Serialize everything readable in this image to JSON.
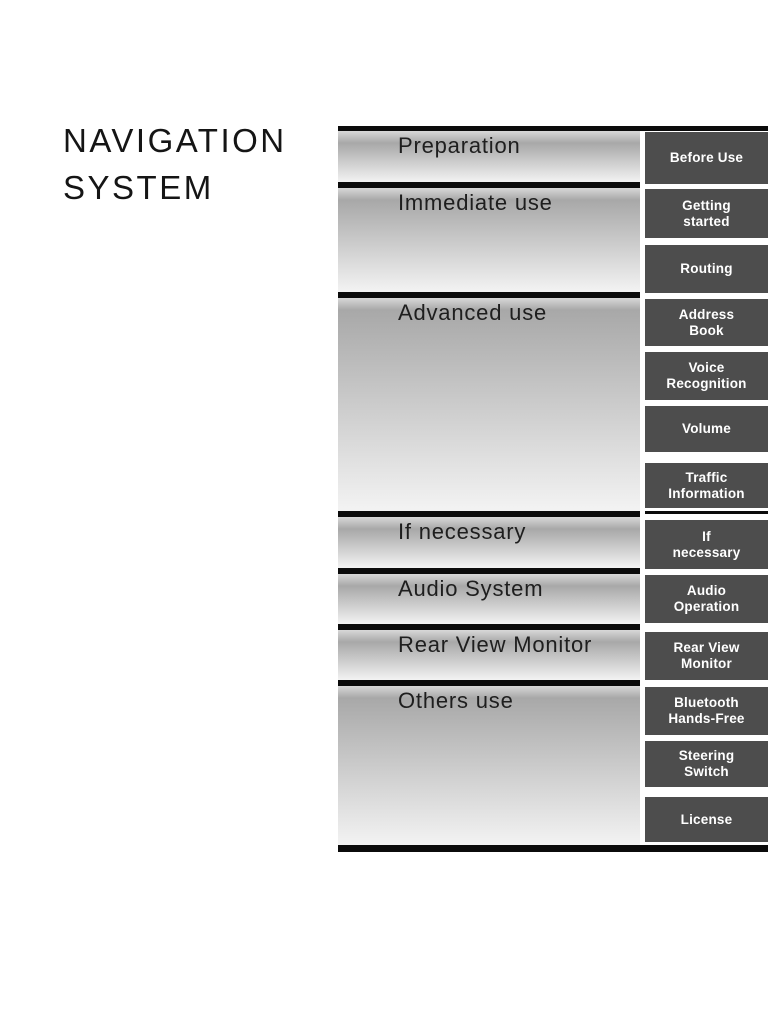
{
  "title": "NAVIGATION SYSTEM",
  "sections": [
    {
      "label": "Preparation"
    },
    {
      "label": "Immediate use"
    },
    {
      "label": "Advanced use"
    },
    {
      "label": "If necessary"
    },
    {
      "label": "Audio System"
    },
    {
      "label": "Rear View Monitor"
    },
    {
      "label": "Others use"
    }
  ],
  "tabs": [
    {
      "label": "Before Use"
    },
    {
      "label": "Getting\nstarted"
    },
    {
      "label": "Routing"
    },
    {
      "label": "Address\nBook"
    },
    {
      "label": "Voice\nRecognition"
    },
    {
      "label": "Volume"
    },
    {
      "label": "Traffic\nInformation"
    },
    {
      "label": "If\nnecessary"
    },
    {
      "label": "Audio\nOperation"
    },
    {
      "label": "Rear View\nMonitor"
    },
    {
      "label": "Bluetooth\nHands-Free"
    },
    {
      "label": "Steering\nSwitch"
    },
    {
      "label": "License"
    }
  ],
  "colors": {
    "tab_background": "#4d4d4d",
    "tab_text": "#ffffff",
    "divider": "#0b0b0b",
    "section_gradient_top": "#a8a8a8",
    "section_gradient_bottom": "#f3f3f3",
    "title_text": "#151515"
  }
}
